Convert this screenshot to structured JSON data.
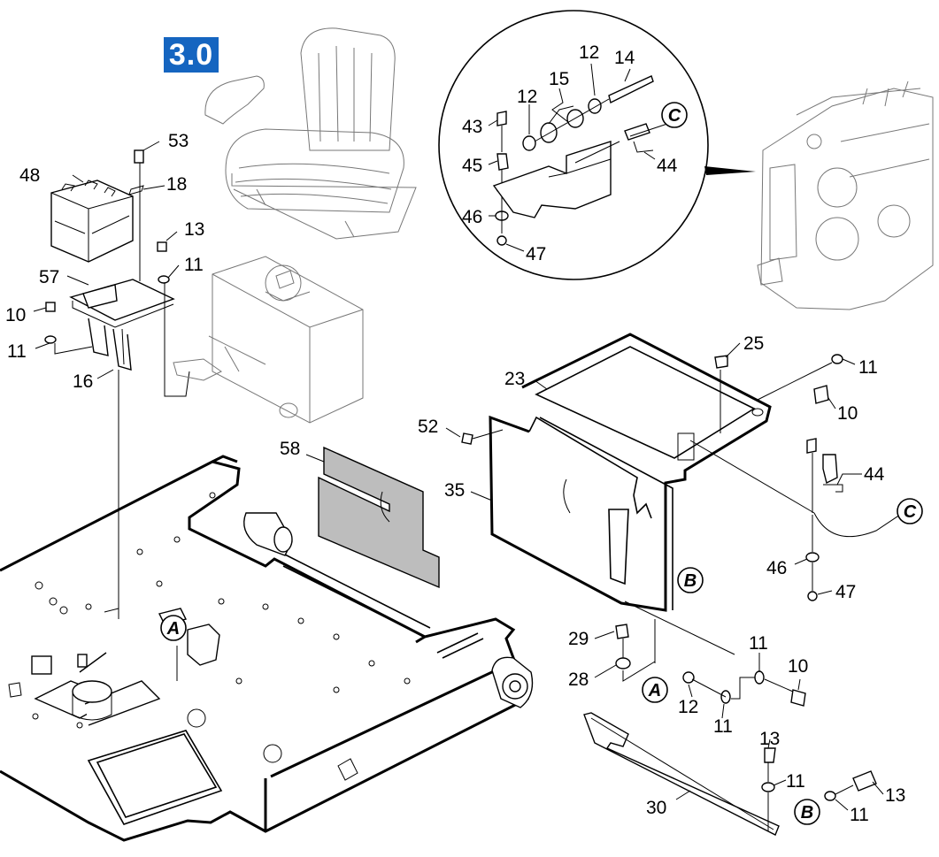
{
  "section_badge": "3.0",
  "part_numbers": {
    "p10a": "10",
    "p11a": "11",
    "p11b": "11",
    "p13a": "13",
    "p16": "16",
    "p18": "18",
    "p48": "48",
    "p53": "53",
    "p57": "57",
    "p58": "58",
    "p23": "23",
    "p25": "25",
    "p35": "35",
    "p52": "52",
    "p11c": "11",
    "p10b": "10",
    "p44a": "44",
    "p46a": "46",
    "p47a": "47",
    "p29": "29",
    "p28": "28",
    "p12a": "12",
    "p11d": "11",
    "p11e": "11",
    "p10c": "10",
    "p13b": "13",
    "p11f": "11",
    "p11g": "11",
    "p13c": "13",
    "p30": "30",
    "p43": "43",
    "p45": "45",
    "p46b": "46",
    "p47b": "47",
    "p12b": "12",
    "p15": "15",
    "p12c": "12",
    "p14": "14",
    "p44b": "44"
  },
  "reference_markers": {
    "A_frame": "A",
    "A_lower": "A",
    "B_cover": "B",
    "B_bar": "B",
    "C_detail": "C",
    "C_cable": "C"
  }
}
